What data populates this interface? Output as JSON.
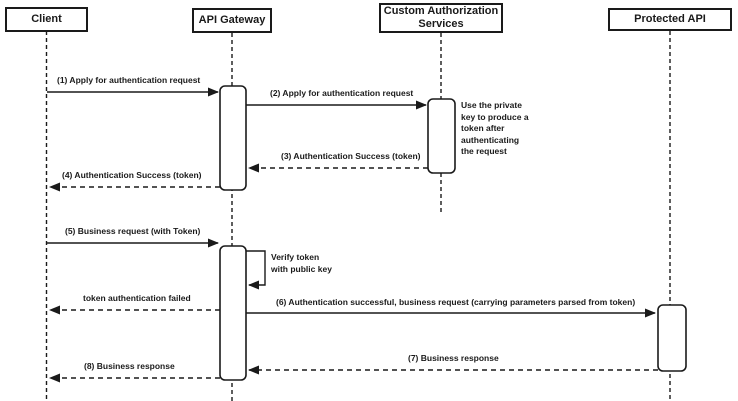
{
  "participants": [
    {
      "label": "Client"
    },
    {
      "label": "API Gateway"
    },
    {
      "label": "Custom Authorization Services"
    },
    {
      "label": "Protected API"
    }
  ],
  "messages": {
    "m1": "(1) Apply for authentication request",
    "m2": "(2) Apply for authentication request",
    "m3": "(3) Authentication Success (token)",
    "m4": "(4) Authentication Success (token)",
    "m5": "(5) Business request (with Token)",
    "verify_self": "Verify token\nwith public key",
    "token_failed": "token authentication failed",
    "m6": "(6) Authentication successful, business request (carrying parameters parsed from token)",
    "m7": "(7) Business response",
    "m8": "(8) Business response"
  },
  "notes": {
    "private_key": "Use the private\nkey to produce a\ntoken after\nauthenticating\nthe request"
  },
  "colors": {
    "line": "#1a1a1a",
    "background": "#ffffff",
    "box_fill": "#ffffff"
  }
}
